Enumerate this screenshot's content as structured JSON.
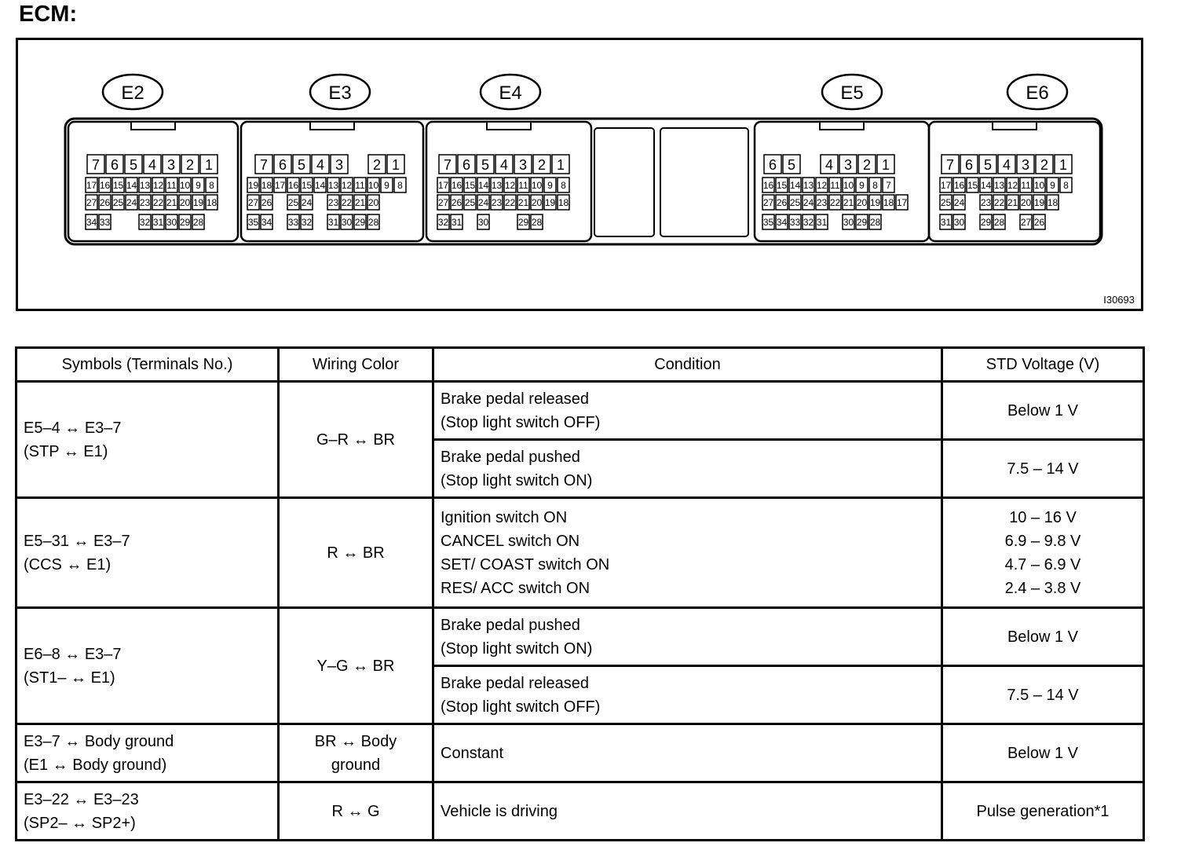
{
  "heading": "ECM:",
  "figure_code": "I30693",
  "connectors": [
    {
      "id": "E2",
      "rows": [
        [
          "7",
          "6",
          "5",
          "4",
          "3",
          "2",
          "1"
        ],
        [
          "17",
          "16",
          "15",
          "14",
          "13",
          "12",
          "11",
          "10",
          "9",
          "8"
        ],
        [
          "27",
          "26",
          "25",
          "24",
          "23",
          "22",
          "21",
          "20",
          "19",
          "18"
        ],
        [
          "34",
          "33",
          "",
          "",
          "32",
          "31",
          "30",
          "29",
          "28"
        ]
      ]
    },
    {
      "id": "E3",
      "rows": [
        [
          "7",
          "6",
          "5",
          "4",
          "3",
          "",
          "2",
          "1"
        ],
        [
          "19",
          "18",
          "17",
          "16",
          "15",
          "14",
          "13",
          "12",
          "11",
          "10",
          "9",
          "8"
        ],
        [
          "27",
          "26",
          "",
          "25",
          "24",
          "",
          "23",
          "22",
          "21",
          "20"
        ],
        [
          "35",
          "34",
          "",
          "33",
          "32",
          "",
          "31",
          "30",
          "29",
          "28"
        ]
      ]
    },
    {
      "id": "E4",
      "rows": [
        [
          "7",
          "6",
          "5",
          "4",
          "3",
          "2",
          "1"
        ],
        [
          "17",
          "16",
          "15",
          "14",
          "13",
          "12",
          "11",
          "10",
          "9",
          "8"
        ],
        [
          "27",
          "26",
          "25",
          "24",
          "23",
          "22",
          "21",
          "20",
          "19",
          "18"
        ],
        [
          "32",
          "31",
          "",
          "30",
          "",
          "",
          "29",
          "28"
        ]
      ]
    },
    {
      "id": "E5",
      "rows": [
        [
          "6",
          "5",
          "",
          "4",
          "3",
          "2",
          "1"
        ],
        [
          "16",
          "15",
          "14",
          "13",
          "12",
          "11",
          "10",
          "9",
          "8",
          "7"
        ],
        [
          "27",
          "26",
          "25",
          "24",
          "23",
          "22",
          "21",
          "20",
          "19",
          "18",
          "17"
        ],
        [
          "35",
          "34",
          "33",
          "32",
          "31",
          "",
          "30",
          "29",
          "28"
        ]
      ]
    },
    {
      "id": "E6",
      "rows": [
        [
          "7",
          "6",
          "5",
          "4",
          "3",
          "2",
          "1"
        ],
        [
          "17",
          "16",
          "15",
          "14",
          "13",
          "12",
          "11",
          "10",
          "9",
          "8"
        ],
        [
          "25",
          "24",
          "",
          "23",
          "22",
          "21",
          "20",
          "19",
          "18"
        ],
        [
          "31",
          "30",
          "",
          "29",
          "28",
          "",
          "27",
          "26"
        ]
      ]
    }
  ],
  "table": {
    "headers": {
      "symbols": "Symbols (Terminals No.)",
      "wiring": "Wiring Color",
      "condition": "Condition",
      "voltage": "STD Voltage (V)"
    },
    "rows": [
      {
        "symbol": [
          "E5–4 ↔ E3–7",
          "(STP ↔ E1)"
        ],
        "wiring": [
          "G–R ↔ BR"
        ],
        "conditions": [
          {
            "text": [
              "Brake pedal released",
              "(Stop light switch OFF)"
            ],
            "voltage": [
              "Below 1 V"
            ]
          },
          {
            "text": [
              "Brake pedal pushed",
              "(Stop light switch ON)"
            ],
            "voltage": [
              "7.5 – 14 V"
            ]
          }
        ]
      },
      {
        "symbol": [
          "E5–31 ↔ E3–7",
          "(CCS ↔ E1)"
        ],
        "wiring": [
          "R ↔ BR"
        ],
        "conditions": [
          {
            "text": [
              "Ignition switch ON",
              "CANCEL switch ON",
              "SET/ COAST switch ON",
              "RES/ ACC switch ON"
            ],
            "voltage": [
              "10 – 16 V",
              "6.9 – 9.8 V",
              "4.7 – 6.9 V",
              "2.4 – 3.8 V"
            ]
          }
        ]
      },
      {
        "symbol": [
          "E6–8 ↔ E3–7",
          "(ST1– ↔ E1)"
        ],
        "wiring": [
          "Y–G ↔ BR"
        ],
        "conditions": [
          {
            "text": [
              "Brake pedal pushed",
              "(Stop light switch ON)"
            ],
            "voltage": [
              "Below 1 V"
            ]
          },
          {
            "text": [
              "Brake pedal released",
              "(Stop light switch OFF)"
            ],
            "voltage": [
              "7.5 – 14 V"
            ]
          }
        ]
      },
      {
        "symbol": [
          "E3–7 ↔ Body ground",
          "(E1 ↔ Body ground)"
        ],
        "wiring": [
          "BR ↔ Body",
          "ground"
        ],
        "conditions": [
          {
            "text": [
              "Constant"
            ],
            "voltage": [
              "Below 1 V"
            ]
          }
        ]
      },
      {
        "symbol": [
          "E3–22 ↔ E3–23",
          "(SP2– ↔ SP2+)"
        ],
        "wiring": [
          "R ↔ G"
        ],
        "conditions": [
          {
            "text": [
              "Vehicle is driving"
            ],
            "voltage": [
              "Pulse generation*1"
            ]
          }
        ]
      }
    ]
  }
}
